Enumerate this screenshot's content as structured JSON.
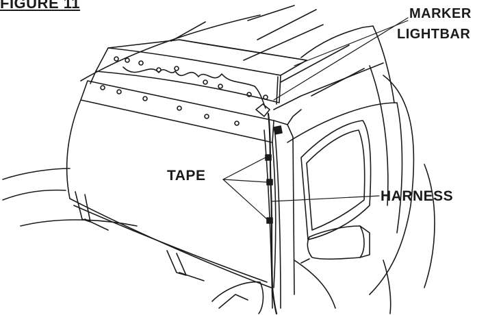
{
  "figure": {
    "title": "FIGURE 11"
  },
  "labels": {
    "marker": "MARKER",
    "lightbar": "LIGHTBAR",
    "tape": "TAPE",
    "harness": "HARNESS"
  },
  "colors": {
    "line": "#1a1a1a",
    "background": "#ffffff"
  }
}
